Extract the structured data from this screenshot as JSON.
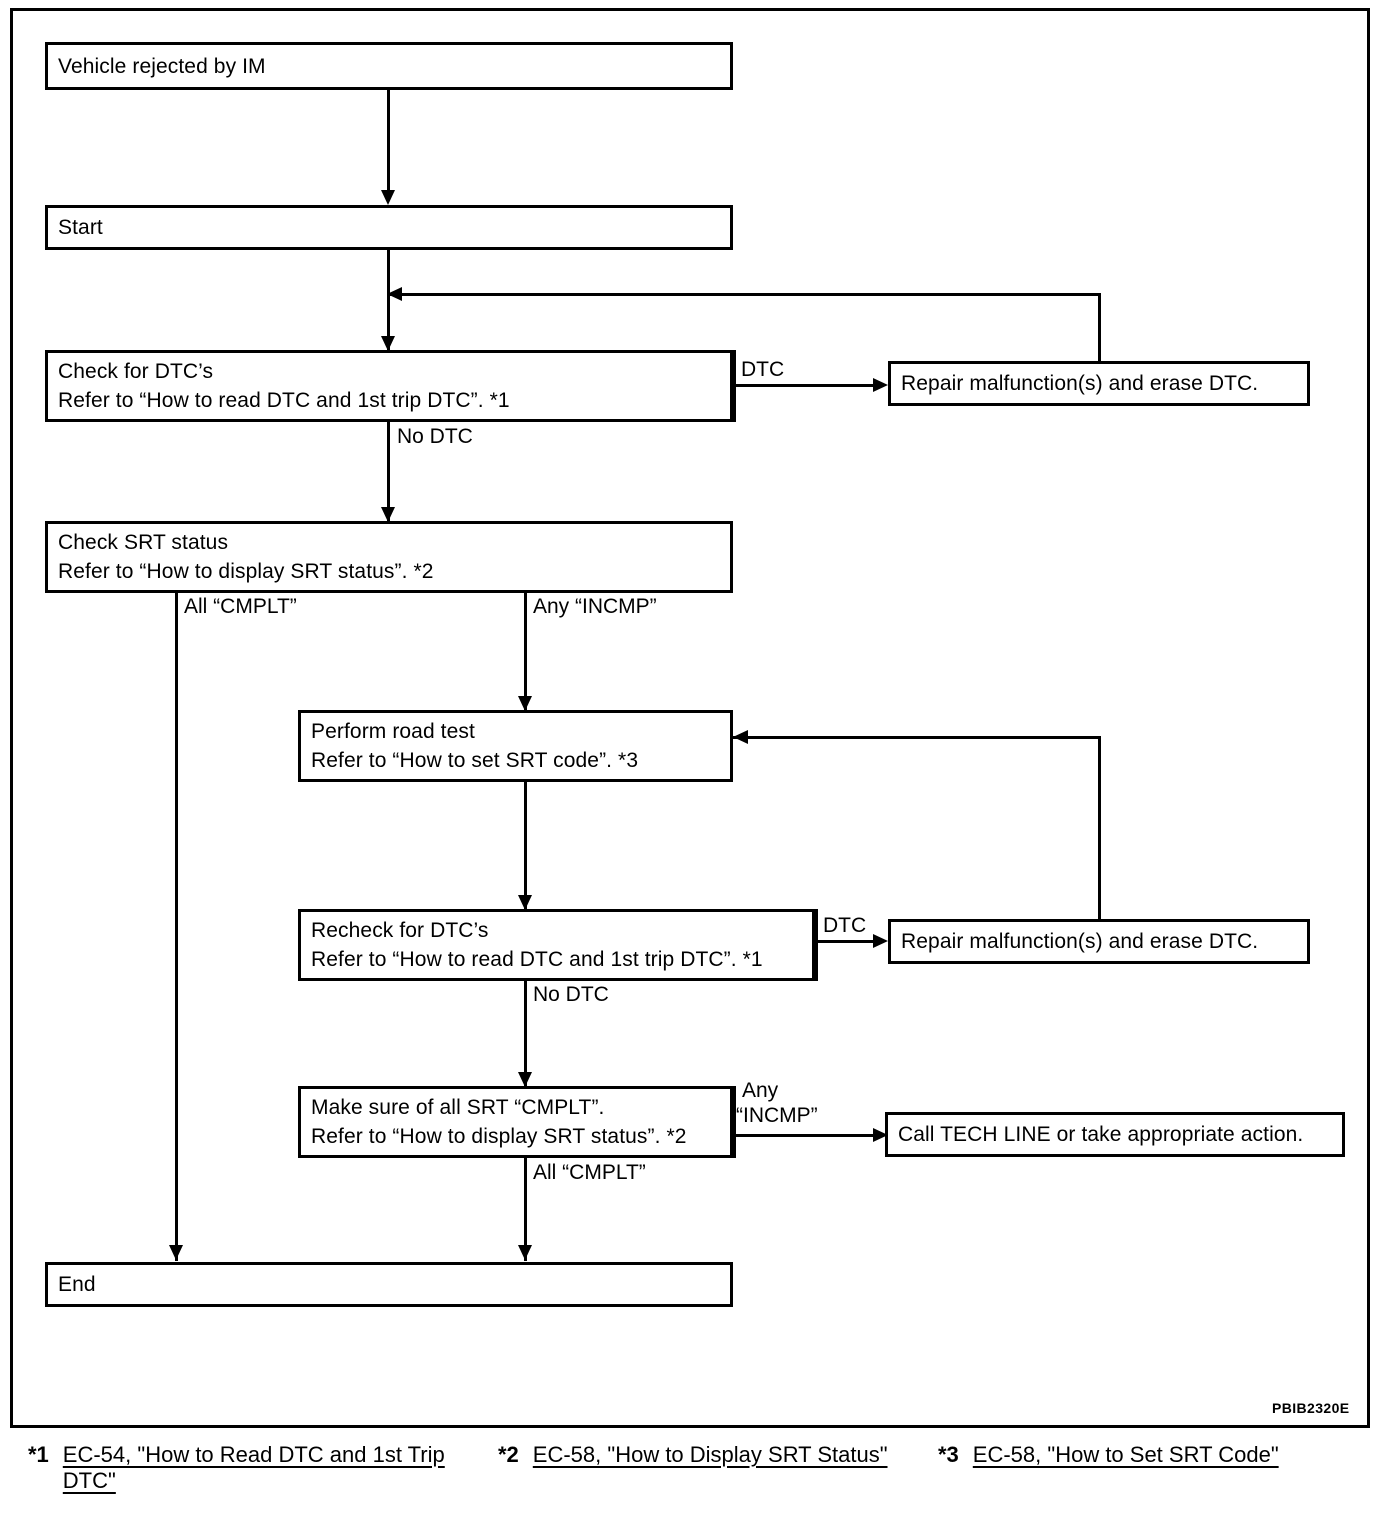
{
  "figure": {
    "code": "PBIB2320E",
    "nodes": {
      "vehicle_rejected": {
        "lines": [
          "Vehicle rejected by IM"
        ]
      },
      "start": {
        "lines": [
          "Start"
        ]
      },
      "check_dtc": {
        "lines": [
          "Check for DTC’s",
          "Refer to “How to read DTC and 1st trip DTC”. *1"
        ]
      },
      "repair_1": {
        "lines": [
          "Repair malfunction(s) and erase DTC."
        ]
      },
      "check_srt": {
        "lines": [
          "Check SRT status",
          "Refer to “How to display SRT status”. *2"
        ]
      },
      "road_test": {
        "lines": [
          "Perform road test",
          "Refer to “How to set SRT code”. *3"
        ]
      },
      "recheck_dtc": {
        "lines": [
          "Recheck for DTC’s",
          "Refer to “How to read DTC and 1st trip DTC”. *1"
        ]
      },
      "repair_2": {
        "lines": [
          "Repair malfunction(s) and erase DTC."
        ]
      },
      "make_sure": {
        "lines": [
          "Make sure of all SRT “CMPLT”.",
          "Refer to “How to display SRT status”. *2"
        ]
      },
      "tech_line": {
        "lines": [
          "Call TECH LINE or take appropriate action."
        ]
      },
      "end": {
        "lines": [
          "End"
        ]
      }
    },
    "edge_labels": {
      "dtc_1": "DTC",
      "no_dtc_1": "No DTC",
      "all_cmplt_1": "All “CMPLT”",
      "any_incmp_1": "Any “INCMP”",
      "dtc_2": "DTC",
      "no_dtc_2": "No DTC",
      "any_incmp_2_l1": "Any",
      "any_incmp_2_l2": "“INCMP”",
      "all_cmplt_2": "All “CMPLT”"
    }
  },
  "footnotes": [
    {
      "mark": "*1",
      "text": "EC-54, \"How to Read DTC and 1st Trip DTC\""
    },
    {
      "mark": "*2",
      "text": "EC-58, \"How to Display SRT Status\""
    },
    {
      "mark": "*3",
      "text": "EC-58, \"How to Set SRT Code\""
    }
  ]
}
